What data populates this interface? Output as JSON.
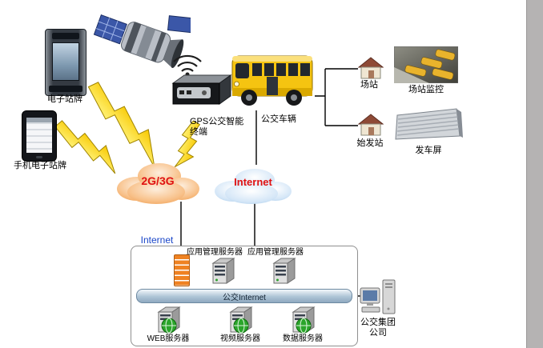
{
  "window": {
    "page_edge_color": "#b5b3b3"
  },
  "diagram": {
    "devices": {
      "kiosk": {
        "label": "电子站牌"
      },
      "phone": {
        "label": "手机电子站牌"
      },
      "gps_terminal": {
        "label_line1": "GPS公交智能",
        "label_line2": "终端"
      },
      "bus": {
        "label": "公交车辆"
      },
      "station": {
        "label": "场站"
      },
      "station_monitor": {
        "label": "场站监控"
      },
      "origin_station": {
        "label": "始发站"
      },
      "departure_screen": {
        "label": "发车屏"
      }
    },
    "clouds": {
      "mobile_network": {
        "label": "2G/3G",
        "text_color": "#e01212",
        "fill": "#f6bd7f"
      },
      "internet": {
        "label": "Internet",
        "text_color": "#e01212",
        "fill": "#cfe3f6"
      }
    },
    "datacenter": {
      "internet_link_label": "Internet",
      "internet_link_color": "#1a46c8",
      "app_server_1": {
        "label": "应用管理服务器"
      },
      "app_server_2": {
        "label": "应用管理服务器"
      },
      "backbone": {
        "label": "公交Internet"
      },
      "web_server": {
        "label": "WEB服务器"
      },
      "video_server": {
        "label": "视频服务器"
      },
      "data_server": {
        "label": "数据服务器"
      }
    },
    "company": {
      "label_line1": "公交集团",
      "label_line2": "公司"
    },
    "icons": {
      "satellite": "satellite-icon",
      "kiosk": "electronic-stop-sign-icon",
      "phone": "mobile-phone-icon",
      "wifi": "wifi-signal-icon",
      "gps_terminal": "gps-terminal-icon",
      "bus": "bus-icon",
      "station_house": "station-house-icon",
      "origin_house": "origin-station-house-icon",
      "station_photo": "depot-photo-icon",
      "departure_panel": "led-screen-icon",
      "firewall": "firewall-icon",
      "server": "server-icon",
      "globe_server": "globe-server-icon",
      "workstation": "workstation-icon",
      "lightning": "lightning-bolt-icon"
    },
    "colors": {
      "lightning": "#fde33a",
      "bus_body": "#f5c411",
      "firewall": "#ef8222",
      "connector": "#000000"
    }
  }
}
